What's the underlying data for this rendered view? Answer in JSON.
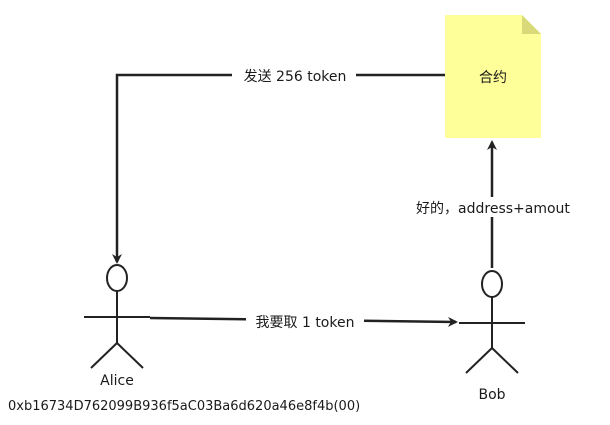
{
  "contract": {
    "label": "合约",
    "color": "#ffff99",
    "fold_color": "#d9d97a"
  },
  "actors": {
    "alice": {
      "name": "Alice",
      "address": "0xb16734D762099B936f5aC03Ba6d620a46e8f4b(00)"
    },
    "bob": {
      "name": "Bob"
    }
  },
  "edges": {
    "contract_to_alice": "发送 256 token",
    "bob_to_contract": "好的，address+amout",
    "alice_to_bob": "我要取 1 token"
  },
  "colors": {
    "line": "#222222",
    "text": "#1a1a1a",
    "background": "#ffffff"
  }
}
